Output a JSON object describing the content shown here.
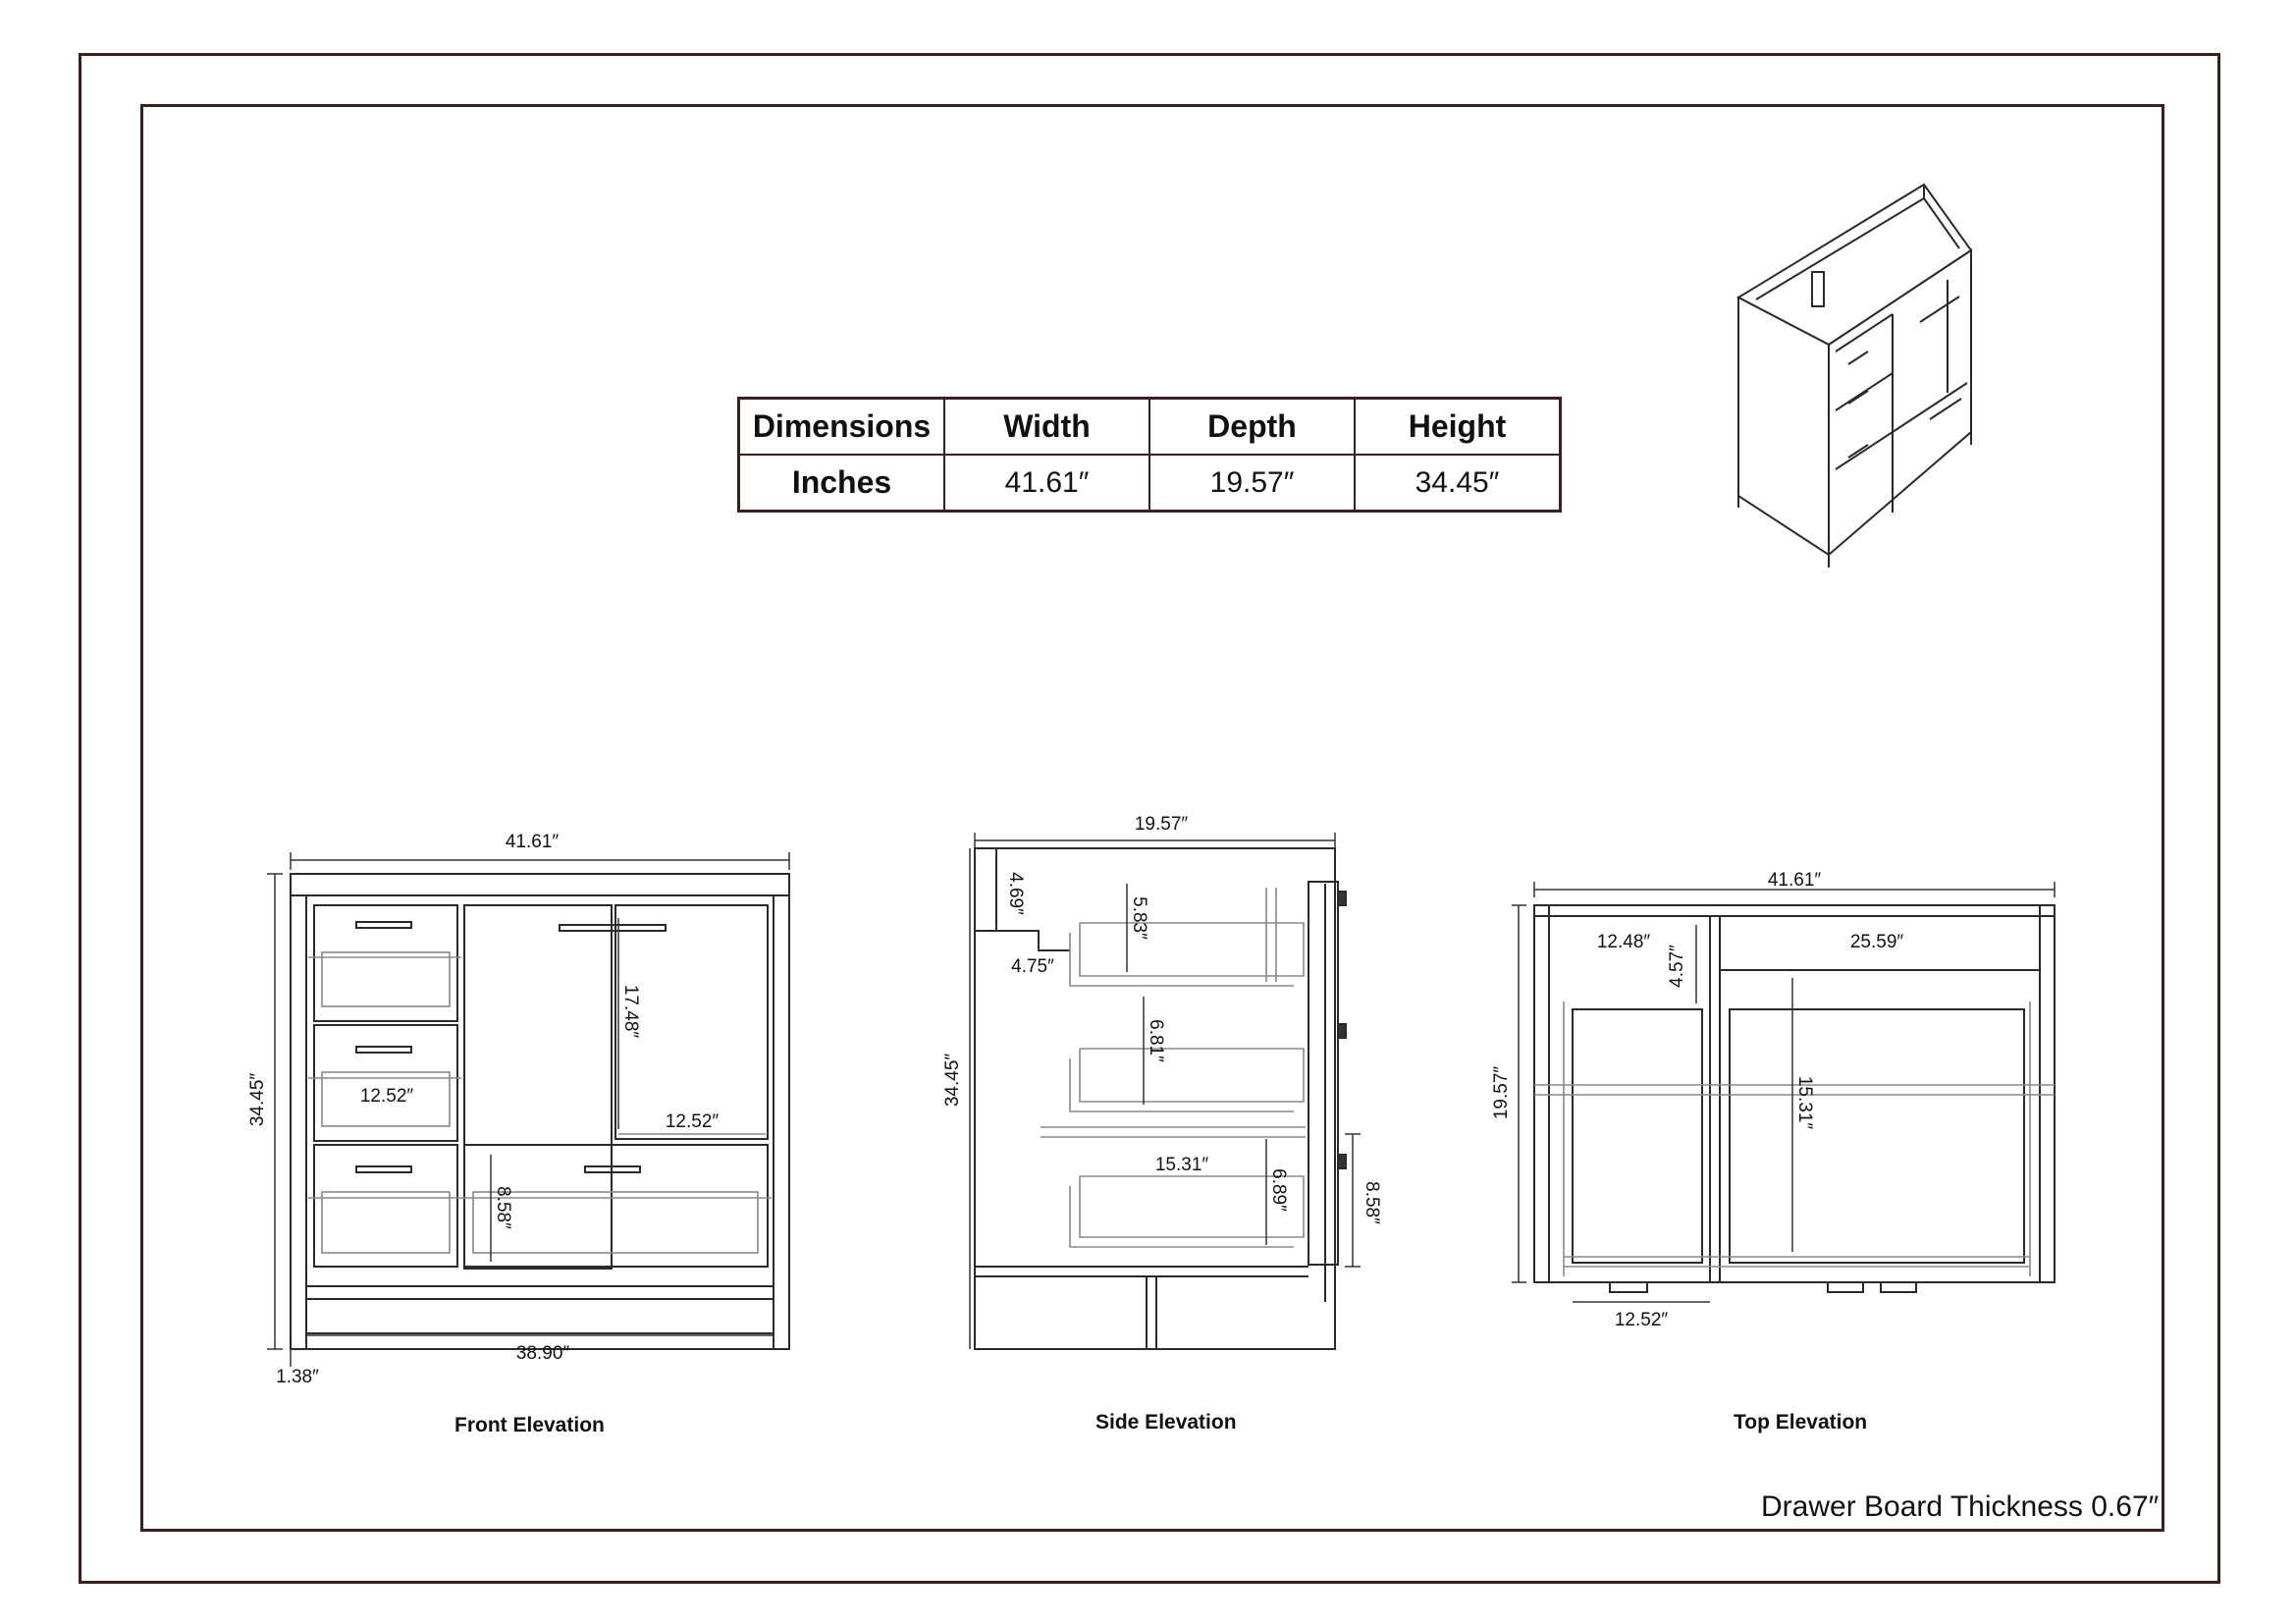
{
  "table": {
    "headers": [
      "Dimensions",
      "Width",
      "Depth",
      "Height"
    ],
    "row_label": "Inches",
    "values": [
      "41.61″",
      "19.57″",
      "34.45″"
    ]
  },
  "views": {
    "front": {
      "title": "Front Elevation",
      "dims": {
        "overall_width": "41.61″",
        "height": "34.45″",
        "door_height": "17.48″",
        "drawer_width_left": "12.52″",
        "drawer_width_right": "12.52″",
        "drawer_height": "8.58″",
        "inner_width": "38.90″",
        "leg": "1.38″"
      }
    },
    "side": {
      "title": "Side Elevation",
      "dims": {
        "depth": "19.57″",
        "height": "34.45″",
        "a": "4.69″",
        "b": "5.83″",
        "c": "4.75″",
        "d": "6.81″",
        "e": "15.31″",
        "f": "6.89″",
        "g": "8.58″"
      }
    },
    "top": {
      "title": "Top Elevation",
      "dims": {
        "width": "41.61″",
        "depth": "19.57″",
        "left_w": "12.48″",
        "right_w": "25.59″",
        "front_rail": "4.57″",
        "inner_depth": "15.31″",
        "bottom_w": "12.52″"
      }
    }
  },
  "note": "Drawer Board Thickness 0.67″"
}
